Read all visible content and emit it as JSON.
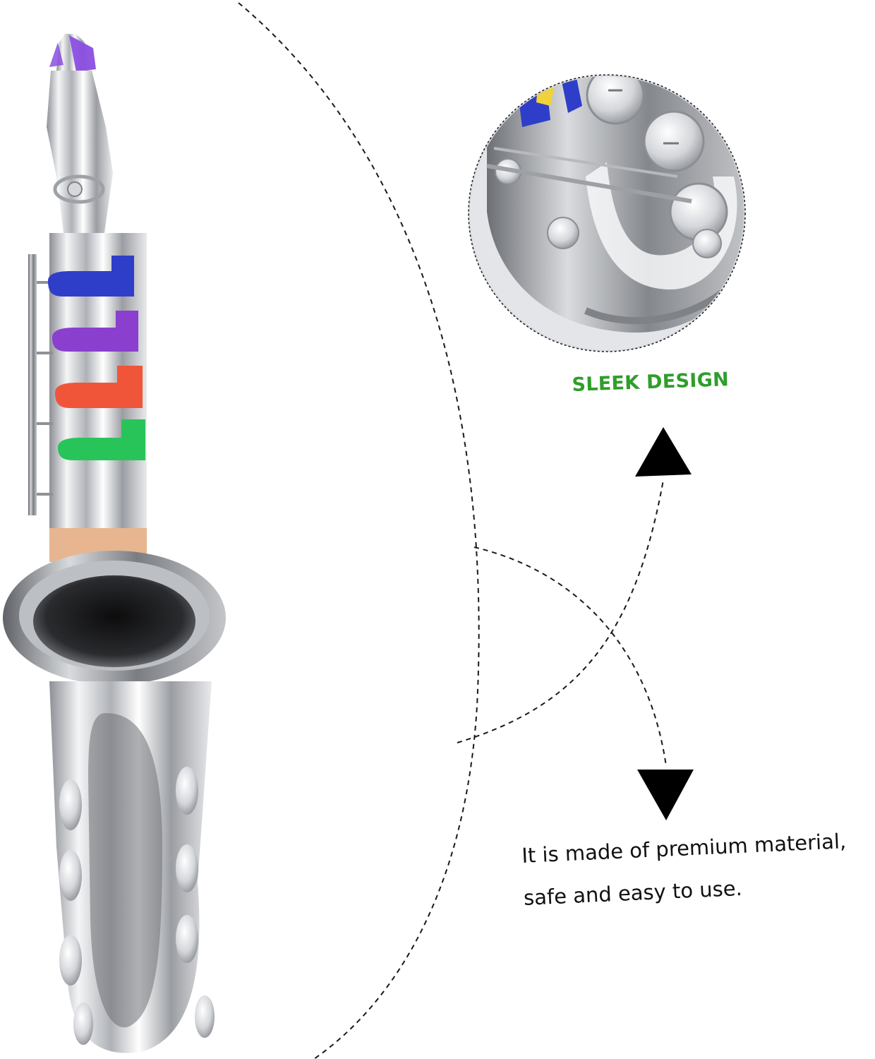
{
  "headline": "SLEEK DESIGN",
  "description": {
    "line1": "It is made of premium material,",
    "line2": "safe and easy to use."
  },
  "colors": {
    "headline": "#2f9e2b",
    "text": "#111111",
    "silver": "#c9ccd1",
    "key_blue": "#2f3ec9",
    "key_purple": "#8a3fcf",
    "key_orange": "#f0553a",
    "key_green": "#28c45a",
    "neck_tan": "#e7b58f",
    "mouthpiece_purple": "#8a4fe0"
  }
}
